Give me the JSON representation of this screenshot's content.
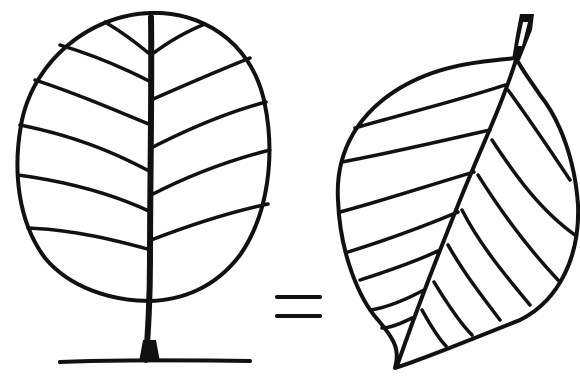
{
  "illustration": {
    "left_figure": "tree-shape",
    "middle_symbol": "equals",
    "right_figure": "leaf-shape"
  },
  "colors": {
    "ink": "#111111",
    "paper": "#ffffff"
  }
}
